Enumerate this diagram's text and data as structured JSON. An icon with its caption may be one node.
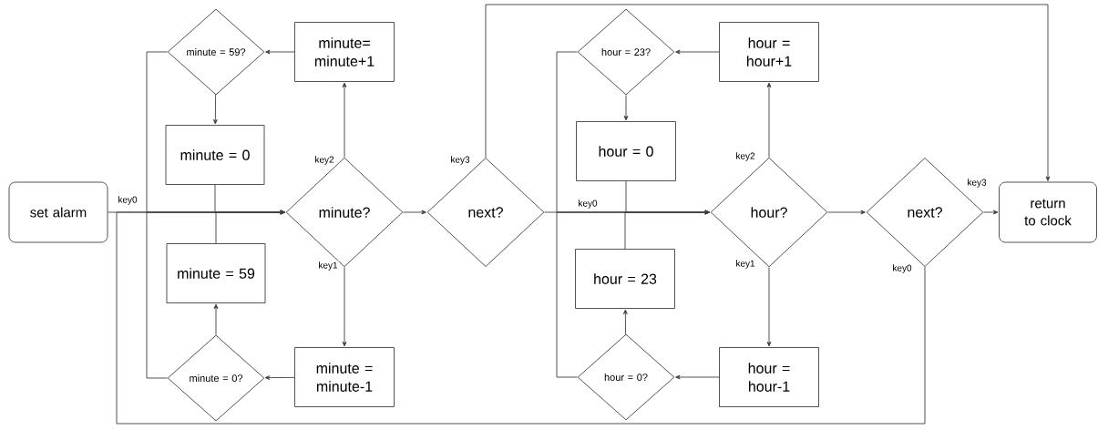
{
  "diagram": {
    "nodes": [
      {
        "text": [
          "set alarm"
        ]
      },
      {
        "text": [
          "minute = 59?"
        ]
      },
      {
        "text": [
          "minute= minute+1"
        ]
      },
      {
        "text": [
          "minute = 0"
        ]
      },
      {
        "text": [
          "minute?"
        ]
      },
      {
        "text": [
          "minute = 59"
        ]
      },
      {
        "text": [
          "minute = 0?"
        ]
      },
      {
        "text": [
          "minute = minute-1"
        ]
      },
      {
        "text": [
          "next?"
        ]
      },
      {
        "text": [
          "hour = 23?"
        ]
      },
      {
        "text": [
          "hour = hour+1"
        ]
      },
      {
        "text": [
          "hour = 0"
        ]
      },
      {
        "text": [
          "hour?"
        ]
      },
      {
        "text": [
          "hour = 23"
        ]
      },
      {
        "text": [
          "hour = 0?"
        ]
      },
      {
        "text": [
          "hour = hour-1"
        ]
      },
      {
        "text": [
          "next?"
        ]
      },
      {
        "text": [
          "return to clock"
        ]
      }
    ],
    "edges": [
      {
        "from": 0,
        "to": 4,
        "arrow": "to",
        "label": "key0"
      },
      {
        "from": 1,
        "to": 4,
        "arrow": "to"
      },
      {
        "from": 3,
        "to": 4,
        "arrow": "to"
      },
      {
        "from": 5,
        "to": 4,
        "arrow": "to"
      },
      {
        "from": 6,
        "to": 4,
        "arrow": "to"
      },
      {
        "from": 16,
        "to": 4,
        "arrow": "to",
        "label": "key0"
      },
      {
        "from": 4,
        "to": 2,
        "arrow": "to",
        "label": "key2"
      },
      {
        "from": 4,
        "to": 7,
        "arrow": "to",
        "label": "key1"
      },
      {
        "from": 2,
        "to": 1,
        "arrow": "to"
      },
      {
        "from": 1,
        "to": 3,
        "arrow": "to"
      },
      {
        "from": 7,
        "to": 6,
        "arrow": "to"
      },
      {
        "from": 6,
        "to": 5,
        "arrow": "to"
      },
      {
        "from": 4,
        "to": 8,
        "arrow": "to"
      },
      {
        "from": 8,
        "to": 17,
        "arrow": "to",
        "label": "key3"
      },
      {
        "from": 8,
        "to": 12,
        "arrow": "to",
        "label": "key0"
      },
      {
        "from": 9,
        "to": 12,
        "arrow": "to"
      },
      {
        "from": 11,
        "to": 12,
        "arrow": "to"
      },
      {
        "from": 13,
        "to": 12,
        "arrow": "to"
      },
      {
        "from": 14,
        "to": 12,
        "arrow": "to"
      },
      {
        "from": 12,
        "to": 10,
        "arrow": "to",
        "label": "key2"
      },
      {
        "from": 12,
        "to": 15,
        "arrow": "to",
        "label": "key1"
      },
      {
        "from": 10,
        "to": 9,
        "arrow": "to"
      },
      {
        "from": 9,
        "to": 11,
        "arrow": "to"
      },
      {
        "from": 15,
        "to": 14,
        "arrow": "to"
      },
      {
        "from": 14,
        "to": 13,
        "arrow": "to"
      },
      {
        "from": 12,
        "to": 16,
        "arrow": "to"
      },
      {
        "from": 16,
        "to": 17,
        "arrow": "to",
        "label": "key3"
      }
    ]
  }
}
